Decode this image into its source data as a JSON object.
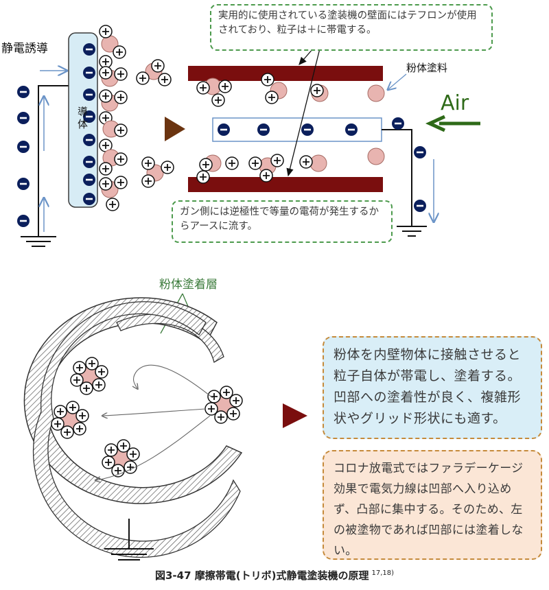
{
  "labels": {
    "electrostatic_induction": "静電誘導",
    "conductor": "導体",
    "powder_paint": "粉体塗料",
    "air": "Air",
    "coating_layer": "粉体塗着層"
  },
  "notes": {
    "teflon": "実用的に使用されている塗装機の壁面にはテフロンが使用されており、粒子は＋に帯電する。",
    "gun_side": "ガン側には逆極性で等量の電荷が発生するからアースに流す。",
    "inner_wall": "粉体を内壁物体に接触させると粒子自体が帯電し、塗着する。凹部への塗着性が良く、複雑形状やグリッド形状にも適す。",
    "corona": "コロナ放電式ではファラデーケージ効果で電気力線は凹部へ入り込めず、凸部に集中する。そのため、左の被塗物であれば凹部には塗着しない。"
  },
  "caption": {
    "title": "図3-47 摩擦帯電(トリボ)式静電塗装機の原理",
    "refs": "17,18)"
  },
  "colors": {
    "wall": "#7a0e0e",
    "negative_charge": "#0b1f5c",
    "particle": "#e8b4b0",
    "arrow_green": "#2e6a18",
    "conductor_fill": "#d7ecf5",
    "gun_triangle": "#6b3410",
    "spray_triangle": "#7a0e0e",
    "guide_arrow": "#6a93c7"
  }
}
